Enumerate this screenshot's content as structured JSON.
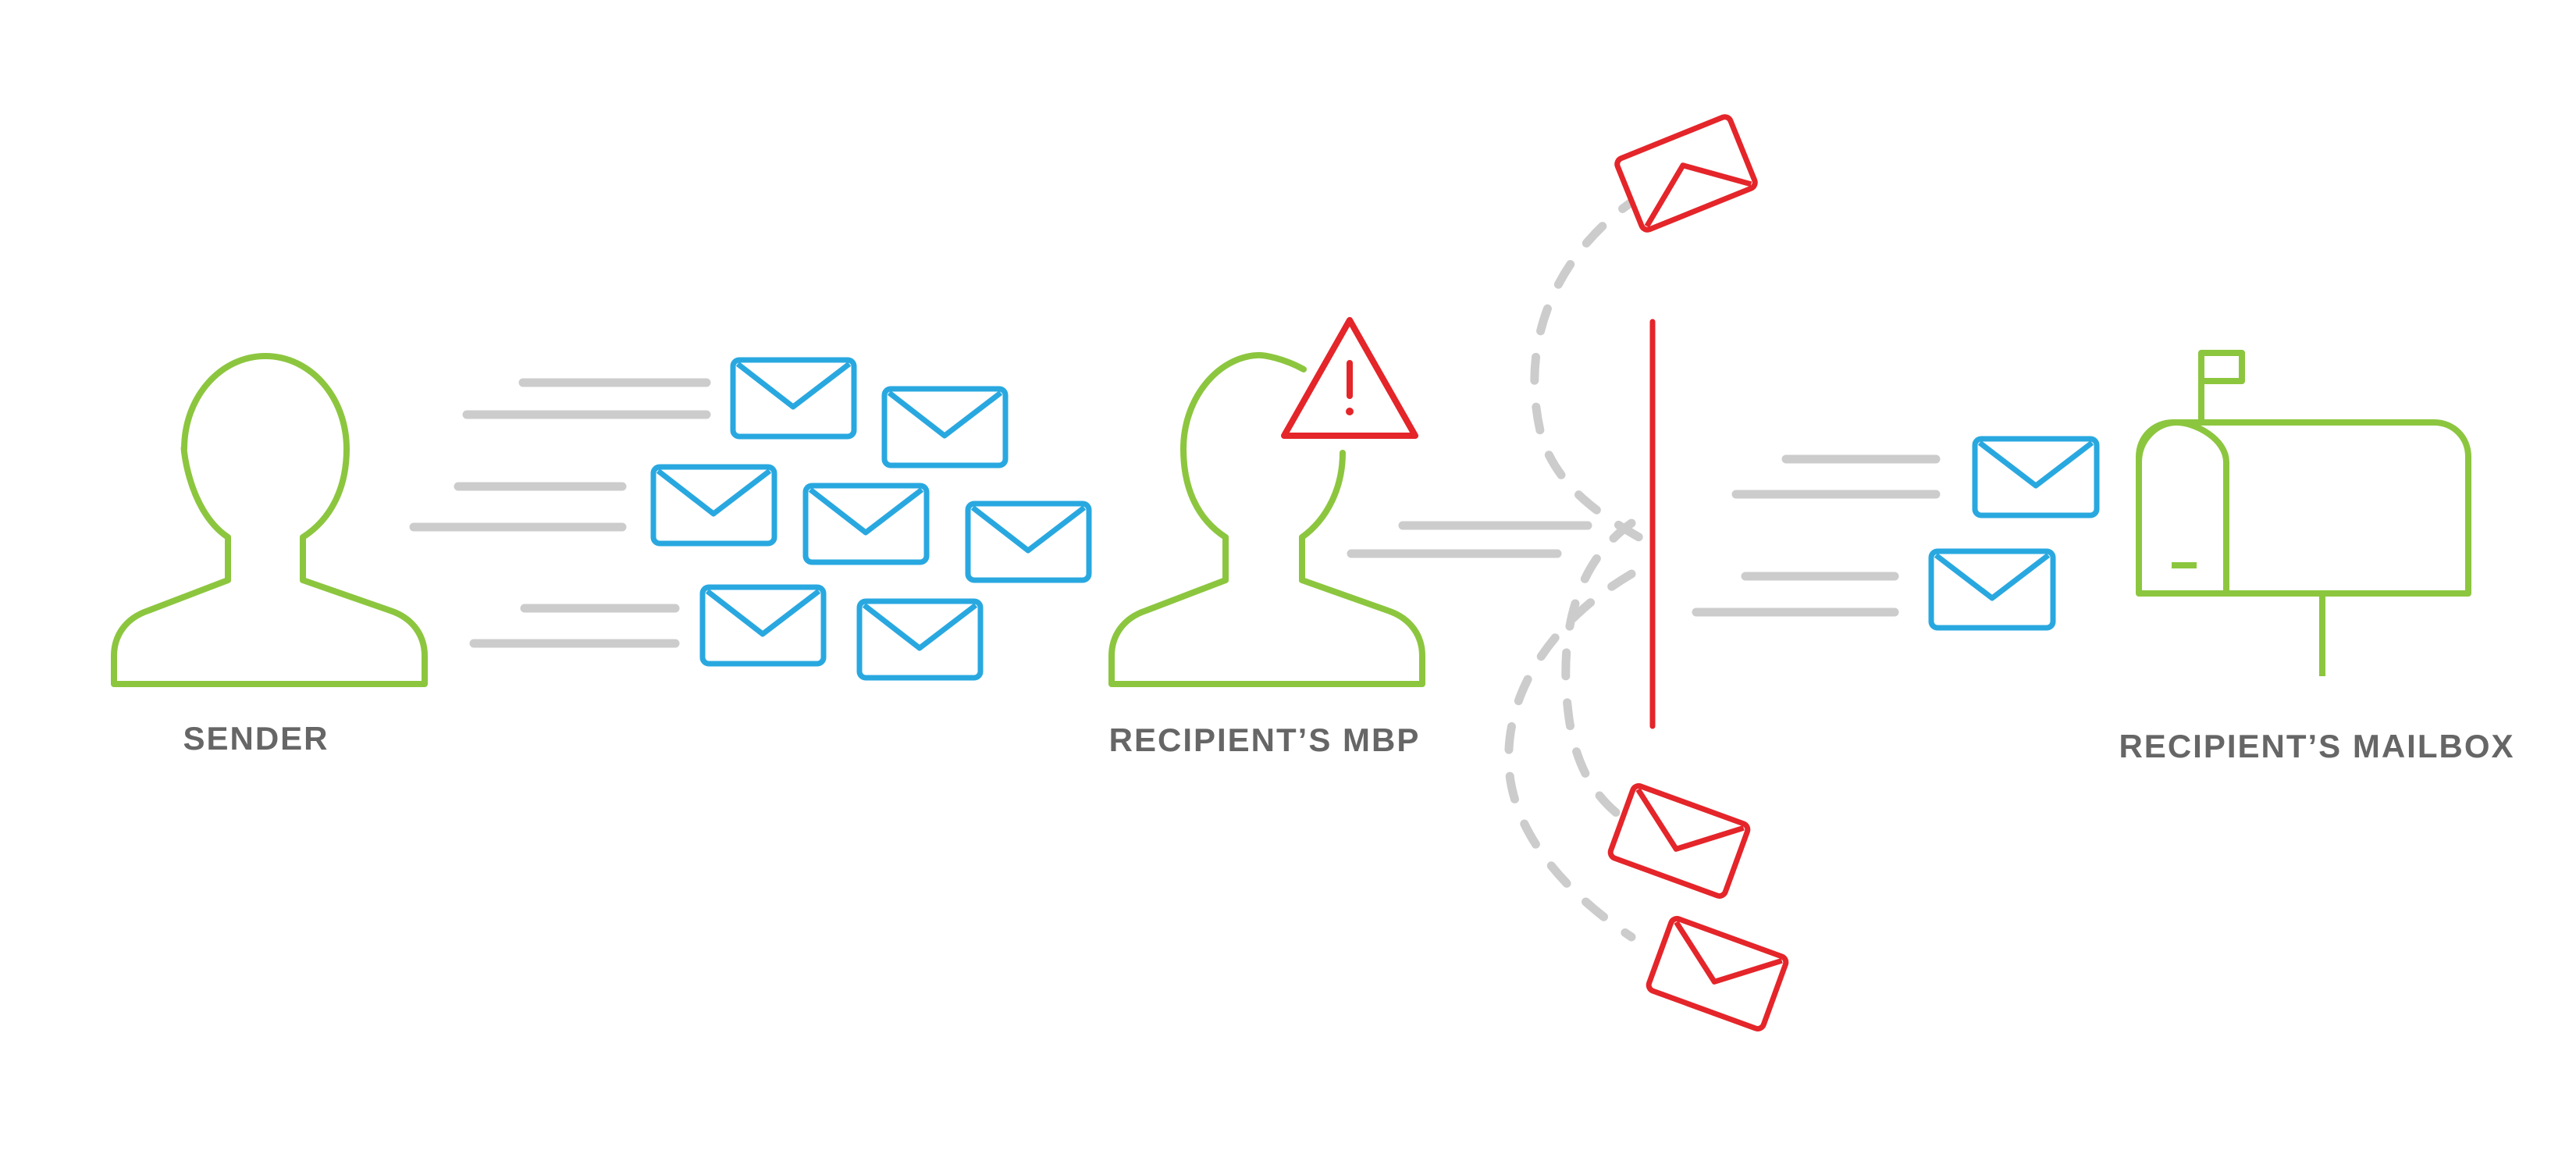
{
  "labels": {
    "sender": "SENDER",
    "recipient_mbp": "RECIPIENT’S MBP",
    "recipient_mailbox": "RECIPIENT’S MAILBOX"
  },
  "colors": {
    "person": "#8cc63f",
    "email": "#29a8e0",
    "blocked_email": "#e4252a",
    "warning": "#e4252a",
    "speed_lines": "#cccccc",
    "dashed_path": "#cccccc",
    "barrier": "#e4252a",
    "mailbox": "#8cc63f",
    "label_text": "#666666"
  },
  "icons": {
    "sender": "person-icon",
    "recipient_mbp": "person-icon",
    "warning": "warning-triangle-icon",
    "mailbox": "mailbox-icon",
    "email": "envelope-icon",
    "barrier": "barrier-line"
  }
}
